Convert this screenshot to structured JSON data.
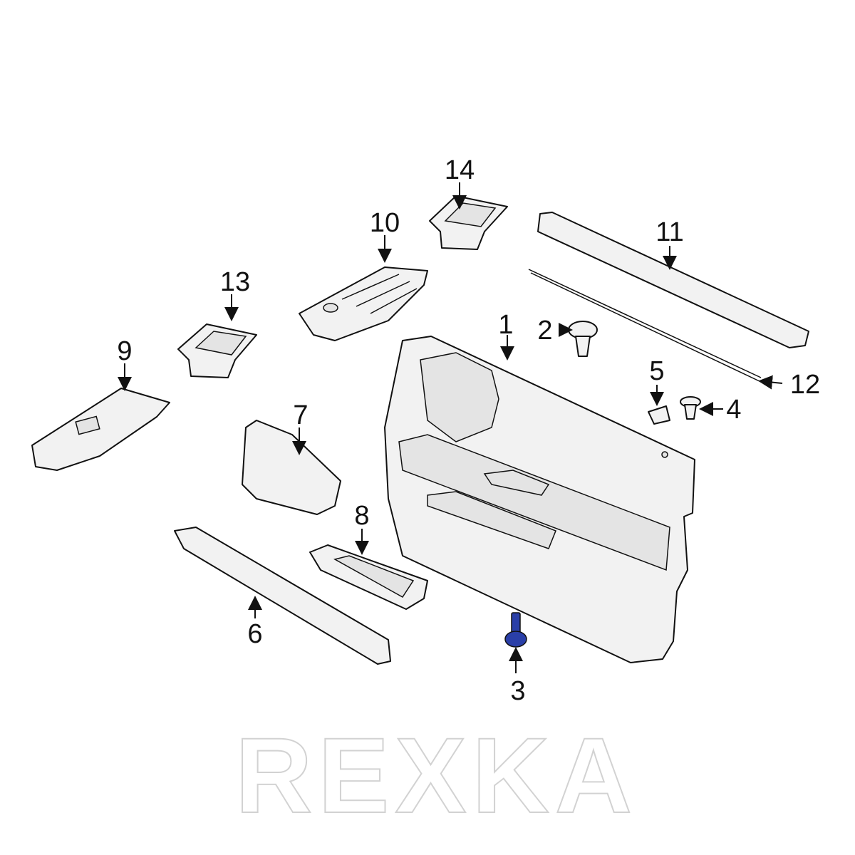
{
  "diagram": {
    "watermark": "REXKA",
    "callouts": [
      "1",
      "2",
      "3",
      "4",
      "5",
      "6",
      "7",
      "8",
      "9",
      "10",
      "11",
      "12",
      "13",
      "14"
    ],
    "highlight_color": "#2a3fa8"
  }
}
